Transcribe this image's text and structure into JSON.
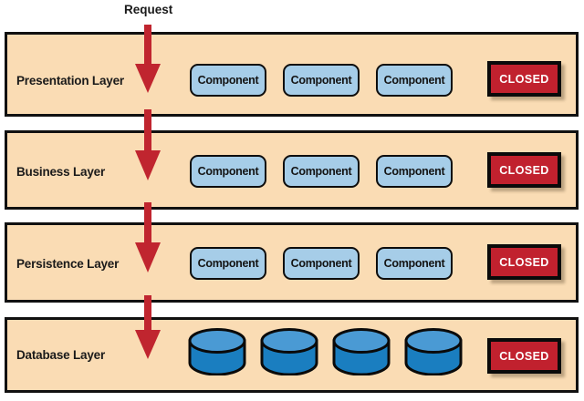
{
  "diagram": {
    "title_label": "Request",
    "colors": {
      "layer_fill": "#fadcb4",
      "layer_border": "#111111",
      "component_fill": "#a6cde8",
      "closed_fill": "#c1212e",
      "closed_text": "#ffffff",
      "arrow": "#c0252f",
      "cylinder_top": "#4a9ad4",
      "cylinder_body": "#1a7ec0"
    },
    "layers": [
      {
        "label": "Presentation Layer",
        "components": [
          "Component",
          "Component",
          "Component"
        ],
        "status": "CLOSED",
        "databases": []
      },
      {
        "label": "Business Layer",
        "components": [
          "Component",
          "Component",
          "Component"
        ],
        "status": "CLOSED",
        "databases": []
      },
      {
        "label": "Persistence Layer",
        "components": [
          "Component",
          "Component",
          "Component"
        ],
        "status": "CLOSED",
        "databases": []
      },
      {
        "label": "Database Layer",
        "components": [],
        "status": "CLOSED",
        "databases": [
          "database-cylinder",
          "database-cylinder",
          "database-cylinder",
          "database-cylinder"
        ]
      }
    ],
    "flow_arrows": [
      {
        "name": "request-arrow-into-presentation"
      },
      {
        "name": "request-arrow-into-business"
      },
      {
        "name": "request-arrow-into-persistence"
      },
      {
        "name": "request-arrow-into-database"
      }
    ]
  }
}
